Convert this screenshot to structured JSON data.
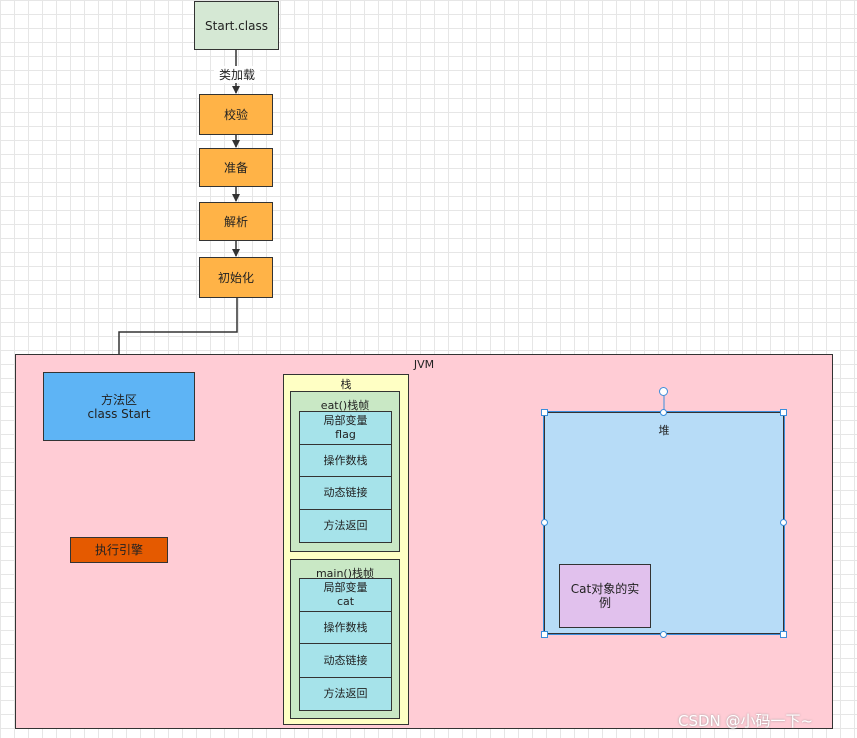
{
  "flow": {
    "start": "Start.class",
    "edge_label": "类加载",
    "verify": "校验",
    "prepare": "准备",
    "resolve": "解析",
    "init": "初始化"
  },
  "jvm": {
    "title": "JVM",
    "method_area_line1": "方法区",
    "method_area_line2": "class Start",
    "engine": "执行引擎",
    "stack": {
      "title": "栈",
      "eat_frame": {
        "title": "eat()栈帧",
        "locals_line1": "局部变量",
        "locals_line2": "flag",
        "operand": "操作数栈",
        "dynamic_link": "动态链接",
        "return_addr": "方法返回"
      },
      "main_frame": {
        "title": "main()栈帧",
        "locals_line1": "局部变量",
        "locals_line2": "cat",
        "operand": "操作数栈",
        "dynamic_link": "动态链接",
        "return_addr": "方法返回"
      }
    },
    "heap": {
      "title": "堆",
      "instance_line1": "Cat对象的实",
      "instance_line2": "例"
    }
  },
  "watermark": "CSDN @小码一下~",
  "colors": {
    "start_fill": "#d5e8d4",
    "phase_fill": "#ffb347",
    "jvm_fill": "#ffccd5",
    "method_area_fill": "#5eb4f5",
    "engine_fill": "#e55a00",
    "stack_fill": "#ffffc4",
    "frame_fill": "#c9e8c5",
    "cell_fill": "#a6e3ea",
    "heap_fill": "#b7dcf7",
    "instance_fill": "#e1c1ed",
    "selection": "#3b8edb"
  }
}
